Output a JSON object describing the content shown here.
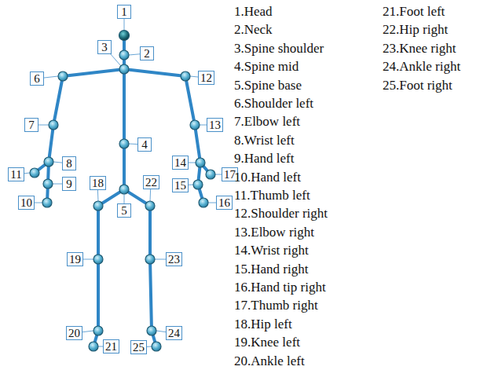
{
  "diagram": {
    "nodes": [
      {
        "text": [
          "1"
        ]
      },
      {
        "text": [
          "2"
        ]
      },
      {
        "text": [
          "3"
        ]
      },
      {
        "text": [
          "4"
        ]
      },
      {
        "text": [
          "5"
        ]
      },
      {
        "text": [
          "6"
        ]
      },
      {
        "text": [
          "7"
        ]
      },
      {
        "text": [
          "8"
        ]
      },
      {
        "text": [
          "9"
        ]
      },
      {
        "text": [
          "10"
        ]
      },
      {
        "text": [
          "11"
        ]
      },
      {
        "text": [
          "12"
        ]
      },
      {
        "text": [
          "13"
        ]
      },
      {
        "text": [
          "14"
        ]
      },
      {
        "text": [
          "15"
        ]
      },
      {
        "text": [
          "16"
        ]
      },
      {
        "text": [
          "17"
        ]
      },
      {
        "text": [
          "18"
        ]
      },
      {
        "text": [
          "19"
        ]
      },
      {
        "text": [
          "20"
        ]
      },
      {
        "text": [
          "21"
        ]
      },
      {
        "text": [
          "22"
        ]
      },
      {
        "text": [
          "23"
        ]
      },
      {
        "text": [
          "24"
        ]
      },
      {
        "text": [
          "25"
        ]
      }
    ],
    "labels": [
      "1.Head",
      "2.Neck",
      "3.Spine shoulder",
      "4.Spine mid",
      "5.Spine base",
      "6.Shoulder left",
      "7.Elbow left",
      "8.Wrist left",
      "9.Hand left",
      "10.Hand left",
      "11.Thumb left",
      "12.Shoulder right",
      "13.Elbow right",
      "14.Wrist right",
      "15.Hand right",
      "16.Hand tip right",
      "17.Thumb right",
      "18.Hip left",
      "19.Knee left",
      "20.Ankle left",
      "21.Foot left",
      "22.Hip right",
      "23.Knee right",
      "24.Ankle right",
      "25.Foot right"
    ]
  }
}
